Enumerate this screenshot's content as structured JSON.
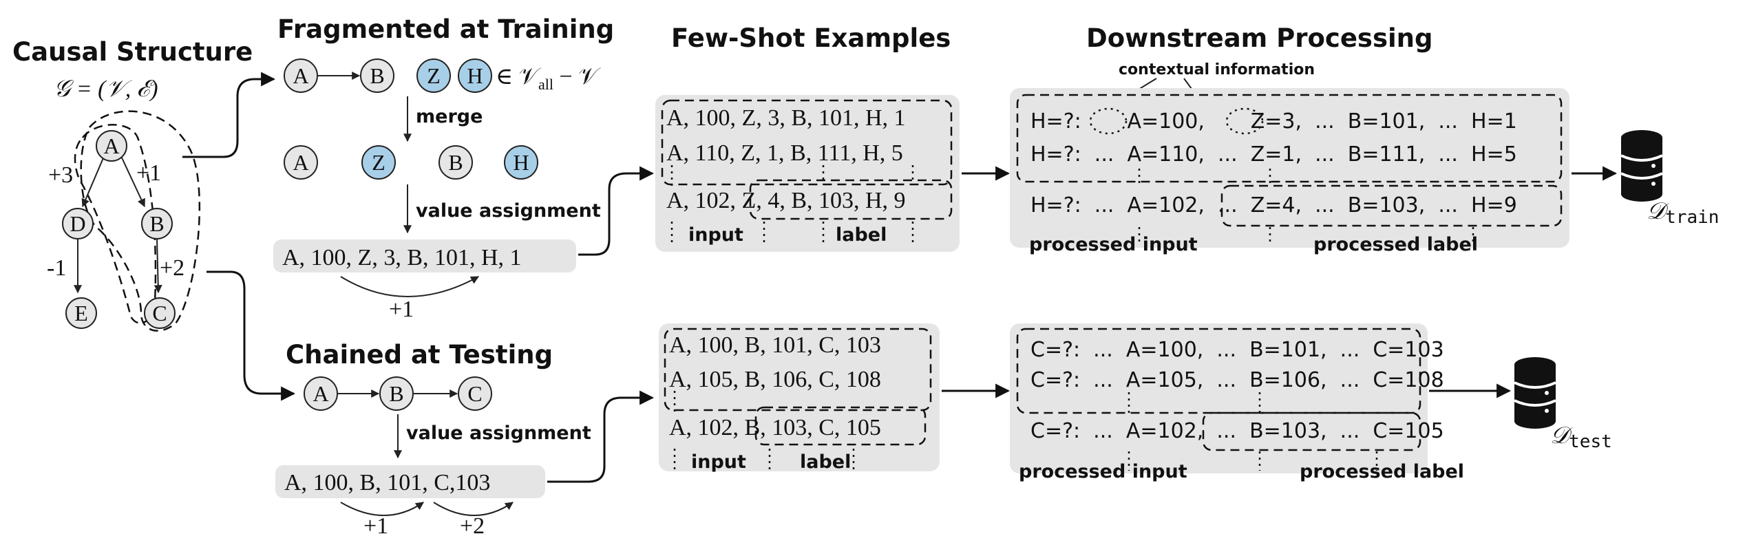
{
  "colors": {
    "panel": "#e5e5e5",
    "node_fill": "#e6e6e6",
    "highlight_node": "#a8cfe8",
    "ink": "#111111"
  },
  "causal": {
    "title": "Causal Structure",
    "formula": "𝒢 = (𝒱, ℰ)",
    "nodes": {
      "A": "A",
      "B": "B",
      "C": "C",
      "D": "D",
      "E": "E"
    },
    "edge_labels": {
      "ad": "+3",
      "ab": "+1",
      "de": "-1",
      "bc": "+2"
    }
  },
  "fragmented": {
    "title": "Fragmented at Training",
    "nodes": {
      "A": "A",
      "B": "B",
      "Z": "Z",
      "H": "H"
    },
    "set_text": "∈ 𝒱",
    "set_sub": "all",
    "set_tail": " − 𝒱",
    "merge_label": "merge",
    "merged_nodes": {
      "A": "A",
      "Z": "Z",
      "B": "B",
      "H": "H"
    },
    "value_label": "value assignment",
    "sequence": "A, 100, Z, 3, B, 101, H, 1",
    "increment": "+1"
  },
  "chained": {
    "title": "Chained at Testing",
    "nodes": {
      "A": "A",
      "B": "B",
      "C": "C"
    },
    "value_label": "value assignment",
    "sequence": "A, 100, B, 101, C,103",
    "increments": [
      "+1",
      "+2"
    ]
  },
  "fewshot": {
    "title": "Few-Shot Examples",
    "train_rows": [
      "A, 100, Z, 3, B, 101, H, 1",
      "A, 110, Z, 1, B, 111, H, 5",
      "A, 102, Z, 4, B, 103, H, 9"
    ],
    "train_input_label": "input",
    "train_label_label": "label",
    "test_rows": [
      "A, 100, B, 101, C, 103",
      "A, 105, B, 106, C, 108",
      "A, 102, B, 103, C, 105"
    ],
    "test_input_label": "input",
    "test_label_label": "label"
  },
  "downstream": {
    "title": "Downstream Processing",
    "context_label": "contextual information",
    "train_rows": [
      "H=?:       A=100,       Z=3,  ...  B=101,  ...  H=1",
      "H=?:  ...  A=110,  ...  Z=1,  ...  B=111,  ...  H=5",
      "H=?:  ...  A=102,  ...  Z=4,  ...  B=103,  ...  H=9"
    ],
    "train_proc_input": "processed input",
    "train_proc_label": "processed label",
    "test_rows": [
      "C=?:  ...  A=100,  ...  B=101,  ...  C=103",
      "C=?:  ...  A=105,  ...  B=106,  ...  C=108",
      "C=?:  ...  A=102,  ...  B=103,  ...  C=105"
    ],
    "test_proc_input": "processed input",
    "test_proc_label": "processed label"
  },
  "outputs": {
    "train": {
      "base": "𝒟",
      "sub": "train",
      "icon": "database-icon"
    },
    "test": {
      "base": "𝒟",
      "sub": "test",
      "icon": "database-icon"
    }
  }
}
